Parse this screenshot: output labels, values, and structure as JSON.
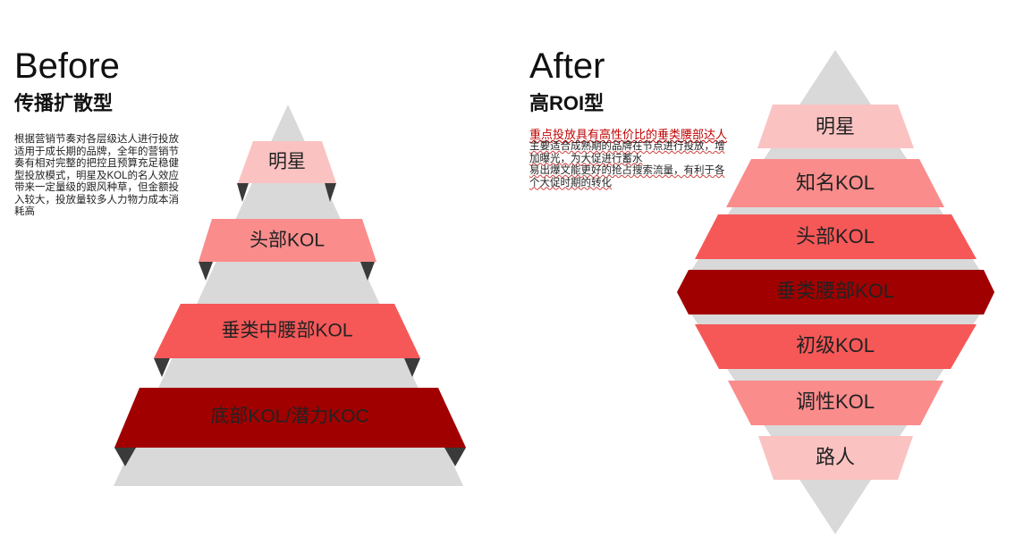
{
  "before": {
    "title": "Before",
    "subtitle": "传播扩散型",
    "description": [
      "根据营销节奏对各层级达人进行投放",
      "适用于成长期的品牌，全年的营销节奏有相对完整的把控且预算充足稳健型投放模式，明星及KOL的名人效应带来一定量级的跟风种草，但金额投入较大，投放量较多人力物力成本消耗高"
    ],
    "tiers": [
      {
        "label": "明星",
        "color": "#fbc2c2"
      },
      {
        "label": "头部KOL",
        "color": "#fa8c8c"
      },
      {
        "label": "垂类中腰部KOL",
        "color": "#f65858"
      },
      {
        "label": "底部KOL/潜力KOC",
        "color": "#a10000"
      }
    ]
  },
  "after": {
    "title": "After",
    "subtitle": "高ROI型",
    "highlight": "重点投放具有高性价比的垂类腰部达人",
    "description": [
      "主要适合成熟期的品牌在节点进行投放，增加曝光，为大促进行蓄水",
      "易出爆文能更好的抢占搜索流量，有利于各个大促时期的转化"
    ],
    "tiers": [
      {
        "label": "明星",
        "color": "#fbc2c2"
      },
      {
        "label": "知名KOL",
        "color": "#fa8c8c"
      },
      {
        "label": "头部KOL",
        "color": "#f65858"
      },
      {
        "label": "垂类腰部KOL",
        "color": "#a10000"
      },
      {
        "label": "初级KOL",
        "color": "#f65858"
      },
      {
        "label": "调性KOL",
        "color": "#fa8c8c"
      },
      {
        "label": "路人",
        "color": "#fbc2c2"
      }
    ]
  },
  "colors": {
    "background_shape": "#d9d9d9",
    "shadow_tab": "#3a3a3a",
    "highlight_text": "#c00000"
  }
}
